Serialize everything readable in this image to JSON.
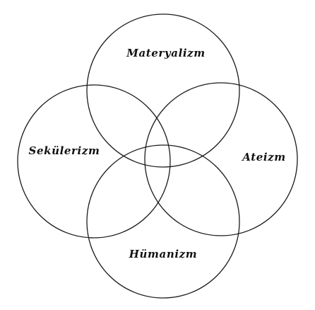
{
  "diagram": {
    "sets": [
      {
        "id": "materyalizm",
        "label": "Materyalizm"
      },
      {
        "id": "sekulerizm",
        "label": "Sekülerizm"
      },
      {
        "id": "ateizm",
        "label": "Ateizm"
      },
      {
        "id": "humanizm",
        "label": "Hümanizm"
      }
    ],
    "colors": {
      "stroke": "#1a1a1a",
      "text": "#111111",
      "background": "#ffffff"
    }
  }
}
